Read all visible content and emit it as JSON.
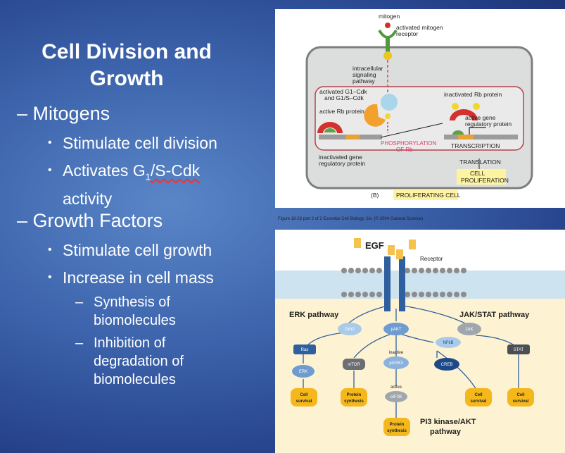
{
  "slide": {
    "title": "Cell Division and Growth",
    "mitogens": {
      "heading": "Mitogens",
      "bullets": [
        "Stimulate cell division",
        "Activates G",
        "activity"
      ],
      "g_sub": "1",
      "sdk": "/S-Cdk"
    },
    "growth_factors": {
      "heading": "Growth Factors",
      "bullets": [
        "Stimulate cell growth",
        "Increase in cell mass"
      ],
      "sub_bullets": [
        "Synthesis of biomolecules",
        "Inhibition of degradation of biomolecules"
      ],
      "sub_lines": [
        [
          "Synthesis of",
          "biomolecules"
        ],
        [
          "Inhibition of",
          "degradation of",
          "biomolecules"
        ]
      ]
    },
    "dash": "–",
    "bullet": "•"
  },
  "figure_top": {
    "mitogen": "mitogen",
    "activated_receptor": [
      "activated mitogen",
      "receptor"
    ],
    "pathway": [
      "intracellular",
      "signaling",
      "pathway"
    ],
    "activated_cdk": [
      "activated G1–Cdk",
      "and G1/S–Cdk"
    ],
    "active_rb": "active Rb protein",
    "inactivated_rb": "inactivated Rb protein",
    "active_gene": [
      "active gene",
      "regulatory protein"
    ],
    "phosphorylation": [
      "PHOSPHORYLATION",
      "OF Rb"
    ],
    "transcription": "TRANSCRIPTION",
    "inactivated_gene": [
      "inactivated gene",
      "regulatory protein"
    ],
    "translation": "TRANSLATION",
    "proliferation": [
      "CELL",
      "PROLIFERATION"
    ],
    "panel_label": "(B)",
    "proliferating": "PROLIFERATING CELL",
    "p_label": "P"
  },
  "caption": "Figure 18-23 part 2 of 2  Essential Cell Biology, 2/e. (© 2004 Garland Science)",
  "figure_bottom": {
    "egf": "EGF",
    "receptor": "Receptor",
    "erk_pathway": "ERK pathway",
    "jak_pathway": "JAK/STAT pathway",
    "grb2": "Grb2",
    "pakt": "pAKT",
    "jak": "JAK",
    "ras": "Ras",
    "nfkb": "NFkB",
    "stat": "STAT",
    "erk": "ERK",
    "mtor": "mTOR",
    "inactive": "inactive",
    "pgsk3": "pGSK3",
    "creb": "CREB",
    "active": "active",
    "eif2b": "eIF2B",
    "cell_survival": [
      "Cell",
      "survival"
    ],
    "protein_synthesis": [
      "Protein",
      "synthesis"
    ],
    "pi3": [
      "PI3 kinase/AKT",
      "pathway"
    ]
  }
}
